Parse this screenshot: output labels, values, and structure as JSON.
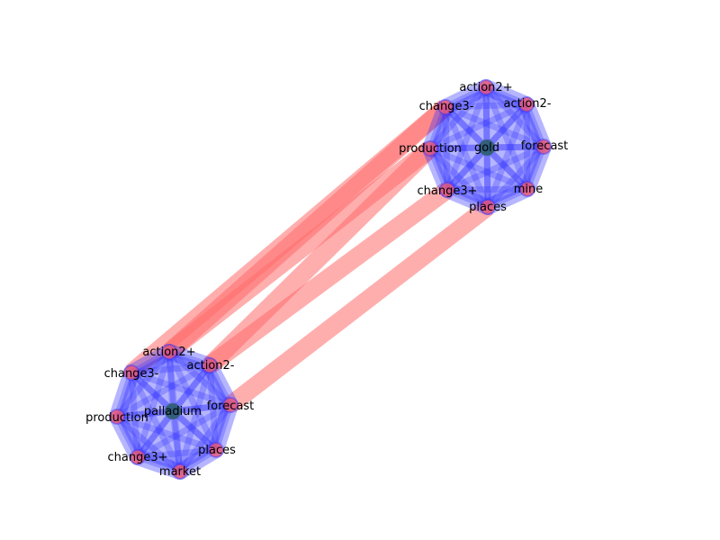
{
  "colors": {
    "background": "#ffffff",
    "cross_edge": "#ff6b6b",
    "cluster_fill": "#2f2fff",
    "node_fill": "#e85a7a",
    "center_node": "#2f5f6f",
    "label": "#000000"
  },
  "clusters": [
    {
      "id": "gold",
      "center_label": "gold",
      "nodes": [
        {
          "label": "action2+"
        },
        {
          "label": "action2-"
        },
        {
          "label": "change3-"
        },
        {
          "label": "production"
        },
        {
          "label": "forecast"
        },
        {
          "label": "change3+"
        },
        {
          "label": "mine"
        },
        {
          "label": "places"
        }
      ]
    },
    {
      "id": "palladium",
      "center_label": "palladium",
      "nodes": [
        {
          "label": "action2+"
        },
        {
          "label": "change3-"
        },
        {
          "label": "action2-"
        },
        {
          "label": "production"
        },
        {
          "label": "forecast"
        },
        {
          "label": "change3+"
        },
        {
          "label": "places"
        },
        {
          "label": "market"
        }
      ]
    }
  ],
  "cross_links": [
    {
      "from": "palladium.action2+",
      "to": "gold.change3-"
    },
    {
      "from": "palladium.action2+",
      "to": "gold.production"
    },
    {
      "from": "palladium.change3-",
      "to": "gold.change3-"
    },
    {
      "from": "palladium.action2-",
      "to": "gold.production"
    },
    {
      "from": "palladium.action2-",
      "to": "gold.change3+"
    },
    {
      "from": "palladium.forecast",
      "to": "gold.places"
    }
  ]
}
